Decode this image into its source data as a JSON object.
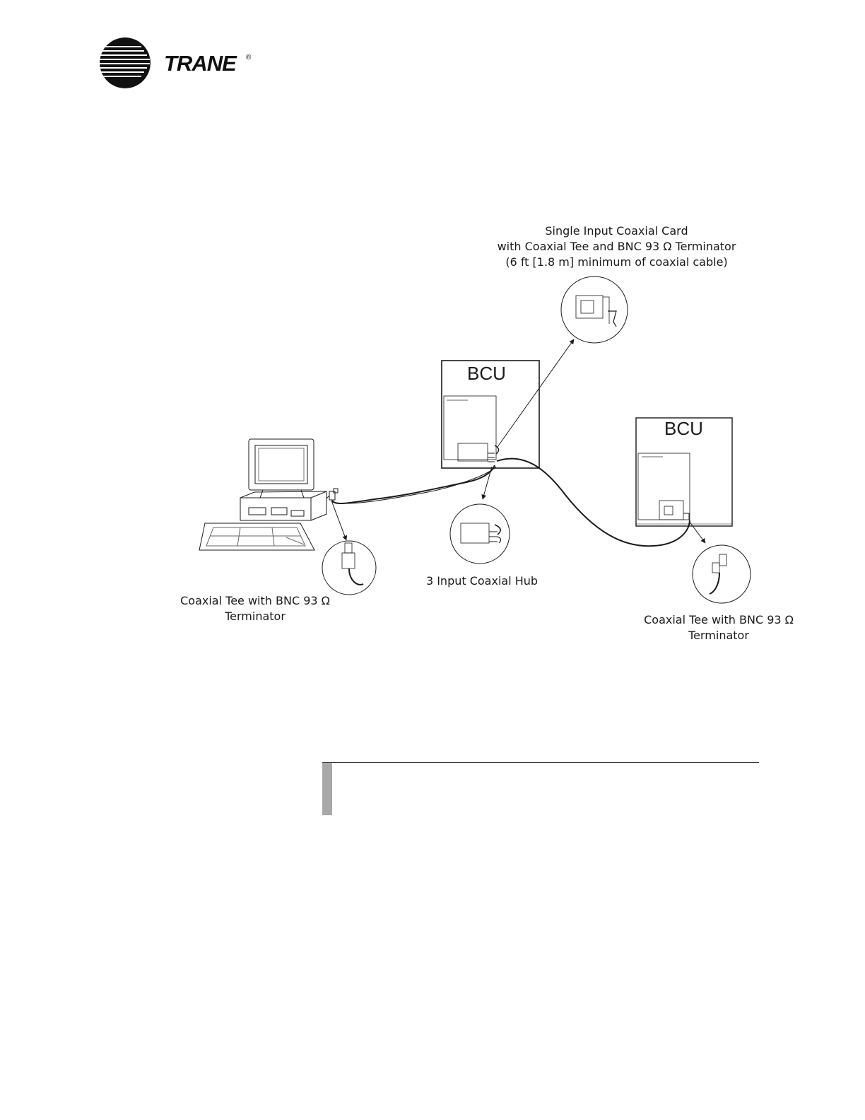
{
  "logo": {
    "brand": "TRANE",
    "mark": "®"
  },
  "diagram": {
    "bcu_main_label": "BCU",
    "bcu_remote_label": "BCU",
    "callouts": {
      "single_card": [
        "Single Input Coaxial Card",
        "with Coaxial Tee and BNC 93 Ω  Terminator",
        "(6 ft [1.8 m] minimum of coaxial cable)"
      ],
      "hub": [
        "3 Input Coaxial Hub"
      ],
      "tee_pc": [
        "Coaxial Tee with BNC 93 Ω",
        "Terminator"
      ],
      "tee_remote": [
        "Coaxial Tee with BNC 93 Ω",
        "Terminator"
      ]
    }
  },
  "colors": {
    "ink": "#1a1a1a",
    "note_bar": "#a8a8a8"
  }
}
